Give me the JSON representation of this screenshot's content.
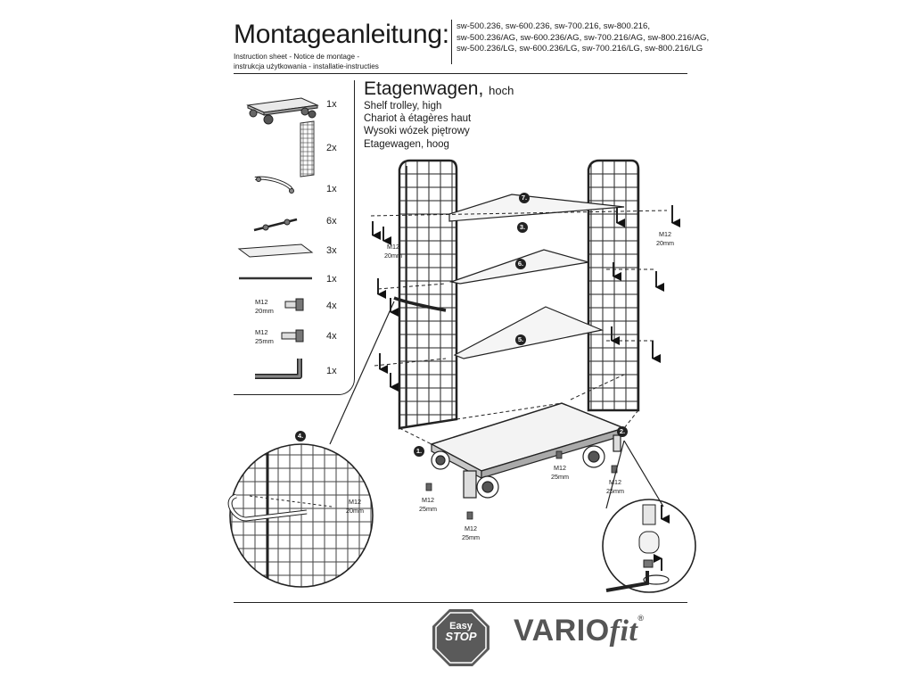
{
  "header": {
    "title": "Montageanleitung:",
    "subtitle_line1": "Instruction sheet - Notice de montage -",
    "subtitle_line2": "instrukcja użytkowania - installatie-instructies",
    "models": [
      "sw-500.236, sw-600.236, sw-700.216, sw-800.216,",
      "sw-500.236/AG, sw-600.236/AG, sw-700.216/AG, sw-800.216/AG,",
      "sw-500.236/LG, sw-600.236/LG, sw-700.216/LG, sw-800.216/LG"
    ]
  },
  "product": {
    "name": "Etagenwagen,",
    "name_suffix": "hoch",
    "translations": [
      "Shelf trolley, high",
      "Chariot à étagères haut",
      "Wysoki wózek piętrowy",
      "Etagewagen, hoog"
    ]
  },
  "parts": [
    {
      "qty": "1x",
      "icon": "trolley-base-icon"
    },
    {
      "qty": "2x",
      "icon": "mesh-side-panel-icon"
    },
    {
      "qty": "1x",
      "icon": "push-handle-icon"
    },
    {
      "qty": "6x",
      "icon": "shelf-bracket-icon"
    },
    {
      "qty": "3x",
      "icon": "shelf-board-icon"
    },
    {
      "qty": "1x",
      "icon": "rod-icon"
    },
    {
      "qty": "4x",
      "icon": "screw-m12-20-icon",
      "label1": "M12",
      "label2": "20mm"
    },
    {
      "qty": "4x",
      "icon": "screw-m12-25-icon",
      "label1": "M12",
      "label2": "25mm"
    },
    {
      "qty": "1x",
      "icon": "allen-key-icon"
    }
  ],
  "steps": [
    "1.",
    "2.",
    "3.",
    "4.",
    "5.",
    "6.",
    "7."
  ],
  "labels": {
    "m12": "M12",
    "mm20": "20mm",
    "mm25": "25mm"
  },
  "logos": {
    "easystop_top": "Easy",
    "easystop_bottom": "STOP",
    "brand_vario": "VARIO",
    "brand_fit": "fit",
    "brand_reg": "®"
  }
}
